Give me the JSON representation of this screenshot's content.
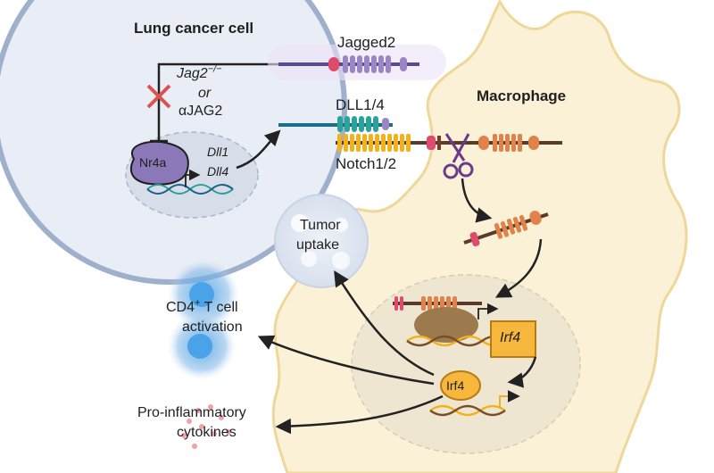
{
  "labels": {
    "lung_cancer_cell": "Lung cancer cell",
    "jag2_knockout": "Jag2",
    "jag2_knockout_sup": "−/−",
    "or": "or",
    "anti_jag2": "αJAG2",
    "nr4a": "Nr4a",
    "dll1_gene": "Dll1",
    "dll4_gene": "Dll4",
    "jagged2": "Jagged2",
    "dll14": "DLL1/4",
    "notch12": "Notch1/2",
    "macrophage": "Macrophage",
    "tumor_uptake_line1": "Tumor",
    "tumor_uptake_line2": "uptake",
    "cd4_line1": "CD4",
    "cd4_sup": "+",
    "cd4_line1_rest": " T cell",
    "cd4_line2": "activation",
    "irf4_gene": "Irf4",
    "irf4_protein": "Irf4",
    "cytokines_line1": "Pro-inflammatory",
    "cytokines_line2": "cytokines"
  },
  "colors": {
    "cell_membrane": "#9fb0cc",
    "cell_fill": "#e9edf5",
    "nucleus_fill": "#d7dde9",
    "nr4a_fill": "#8a78b8",
    "macrophage_fill": "#fbf1d6",
    "macrophage_edge": "#efd79a",
    "jagged2_color": "#9a86c4",
    "dll_color": "#2aa39a",
    "notch_ecd": "#f2b21b",
    "notch_icd": "#e0824a",
    "irf4_fill": "#f6b73c",
    "blocked_x": "#d9534f",
    "t_cell": "#7fb6e6",
    "cytokine": "#f4a0a8",
    "arrow": "#222222"
  },
  "icons": [
    "scissors-icon",
    "dna-icon",
    "block-x-icon"
  ]
}
